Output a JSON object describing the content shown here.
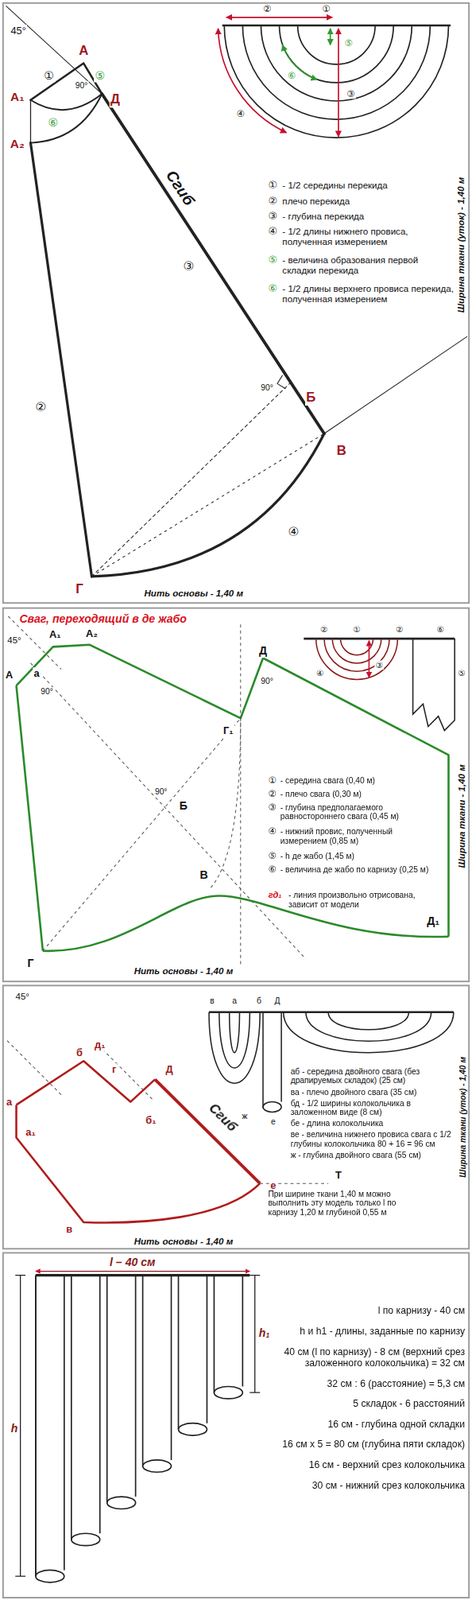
{
  "diagram": {
    "labels": [
      "45°",
      "А",
      "①",
      "⑤",
      "А₁",
      "90°",
      "Д",
      "А₂",
      "⑥",
      "Сгиб",
      "③",
      "90°",
      "Б",
      "В",
      "②",
      "④",
      "Г",
      "Нить основы - 1,40 м",
      "Ширина ткани (уток) - 1,40 м",
      "②",
      "①",
      "⑤",
      "⑥",
      "③",
      "④",
      "①",
      "- 1/2 середины перекида",
      "②",
      "плечо перекида",
      "③",
      "- глубина перекида",
      "④",
      "- 1/2 длины нижнего провиса, полученная измерением",
      "⑤",
      "- величина образования первой складки перекида",
      "⑥",
      "- 1/2 длины верхнего провиса перекида, полученная измерением",
      "Сваг, переходящий в де жабо",
      "45°",
      "А₁",
      "А₂",
      "А",
      "а",
      "90°",
      "90°",
      "Д",
      "Г₁",
      "Б",
      "90°",
      "В",
      "Г",
      "Д₁",
      "②",
      "①",
      "②",
      "⑥",
      "③",
      "④",
      "⑤",
      "①",
      "- середина свага (0,40 м)",
      "②",
      "- плечо свага (0,30 м)",
      "③",
      "- глубина предполагаемого равностороннего свага (0,45 м)",
      "④",
      "- нижний провис, полученный измерением (0,85 м)",
      "⑤",
      "- h де жабо (1,45 м)",
      "⑥",
      "- величина де жабо по карнизу (0,25 м)",
      "гд₁",
      "- линия произвольно отрисована, зависит от модели",
      "Нить основы - 1,40 м",
      "Ширина ткани - 1,40 м",
      "45°",
      "д₁",
      "б",
      "Д",
      "а",
      "г",
      "б₁",
      "а₁",
      "Сгиб",
      "е",
      "Т",
      "в",
      "в",
      "а",
      "б",
      "Д",
      "ж",
      "е",
      "аб - середина двойного свага (без драпируемых складок) (25 см)",
      "ва - плечо двойного свага (35 см)",
      "бд - 1/2 ширины колокольчика в заложенном виде (8 см)",
      "бе - длина колокольчика",
      "ве - величина нижнего провиса свага с 1/2 глубины колокольчика 80 + 16 = 96 см",
      "ж - глубина двойного свага (55 см)",
      "При ширине ткани 1,40 м можно выполнить эту модель только l по карнизу 1,20 м глубиной 0,55 м",
      "Нить основы - 1,40 м",
      "Ширина ткани (уток) - 1,40 м",
      "l – 40 см",
      "h₁",
      "h",
      "l по карнизу - 40 см",
      "h и h1 - длины, заданные по карнизу",
      "40 см (l по карнизу) - 8 см (верхний срез заложенного колокольчика) = 32 см",
      "32 см : 6 (расстояние) = 5,3 см",
      "5 складок - 6 расстояний",
      "16 см - глубина одной складки",
      "16 см х 5 = 80 см (глубина пяти складок)",
      "16 см - верхний срез колокольчика",
      "30 см - нижний срез колокольчика"
    ]
  }
}
